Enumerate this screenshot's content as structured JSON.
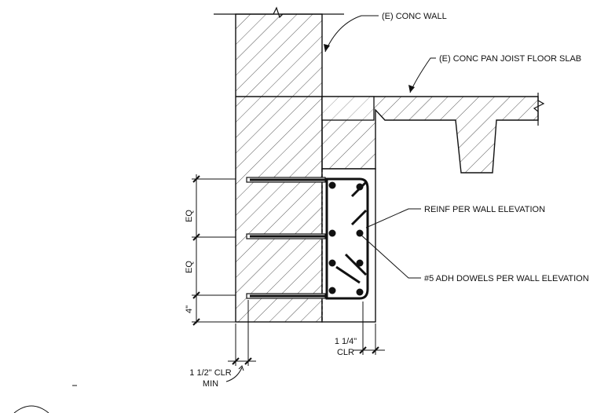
{
  "labels": {
    "conc_wall": "(E) CONC WALL",
    "floor_slab": "(E) CONC PAN JOIST FLOOR SLAB",
    "reinf": "REINF PER WALL ELEVATION",
    "dowels": "#5 ADH DOWELS PER WALL ELEVATION"
  },
  "dimensions": {
    "eq_upper": "EQ",
    "eq_lower": "EQ",
    "bottom": "4\"",
    "clr_top": "1 1/4\"",
    "clr_bottom": "CLR",
    "wall_clr_top": "1 1/2\" CLR",
    "wall_clr_bottom": "MIN"
  },
  "colors": {
    "line": "#111111",
    "hatch": "#555555",
    "background": "#ffffff"
  }
}
